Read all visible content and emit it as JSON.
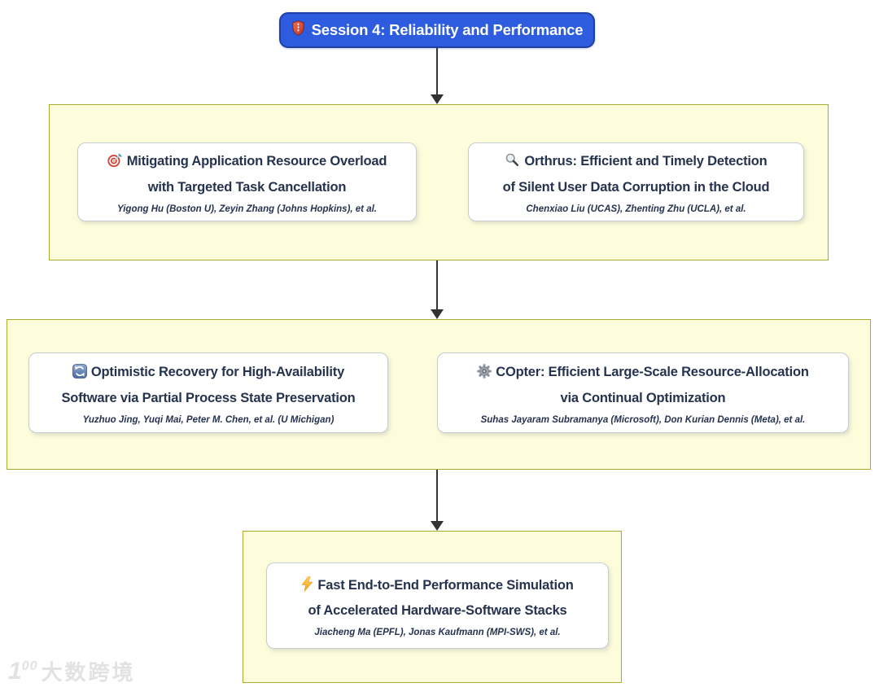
{
  "header": {
    "label": "Session 4: Reliability and Performance",
    "icon": "shield-icon",
    "bg_color": "#2d5cde",
    "border_color": "#1d3fa6",
    "text_color": "#ffffff"
  },
  "colors": {
    "cluster_fill": "#fdfddc",
    "cluster_border": "#a9aa32",
    "card_fill": "#ffffff",
    "card_border": "#c6ccd4",
    "title_text": "#26334f",
    "arrow": "#333333"
  },
  "groups": [
    {
      "cards": [
        {
          "icon": "target-icon",
          "title_line1": "Mitigating Application Resource Overload",
          "title_line2": "with Targeted Task Cancellation",
          "authors": "Yigong Hu (Boston U), Zeyin Zhang (Johns Hopkins), et al."
        },
        {
          "icon": "magnifier-icon",
          "title_line1": "Orthrus: Efficient and Timely Detection",
          "title_line2": "of Silent User Data Corruption in the Cloud",
          "authors": "Chenxiao Liu (UCAS), Zhenting Zhu (UCLA), et al."
        }
      ]
    },
    {
      "cards": [
        {
          "icon": "refresh-icon",
          "title_line1": "Optimistic Recovery for High-Availability",
          "title_line2": "Software via Partial Process State Preservation",
          "authors": "Yuzhuo Jing, Yuqi Mai, Peter M. Chen, et al. (U Michigan)"
        },
        {
          "icon": "gear-icon",
          "title_line1": "COpter: Efficient Large-Scale Resource-Allocation",
          "title_line2": "via Continual Optimization",
          "authors": "Suhas Jayaram Subramanya (Microsoft), Don Kurian Dennis (Meta), et al."
        }
      ]
    },
    {
      "cards": [
        {
          "icon": "lightning-icon",
          "title_line1": "Fast End-to-End Performance Simulation",
          "title_line2": "of Accelerated Hardware-Software Stacks",
          "authors": "Jiacheng Ma (EPFL), Jonas Kaufmann (MPI-SWS), et al."
        }
      ]
    }
  ],
  "watermark": {
    "logo": "1",
    "logo_sup": "00",
    "text": "大数跨境"
  }
}
